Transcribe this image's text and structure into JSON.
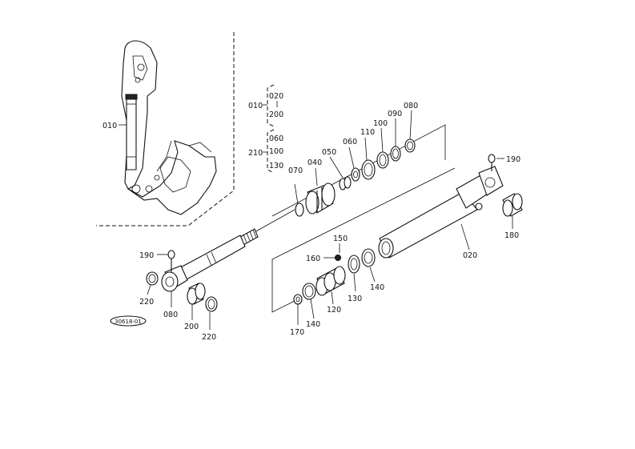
{
  "labels": {
    "p010_machine": "010",
    "p010_group": "010",
    "p020_group": "020",
    "p200_group": "200",
    "p210_group": "210",
    "p060_group": "060",
    "p100_group": "100",
    "p130_group": "130",
    "p070": "070",
    "p040": "040",
    "p050": "050",
    "p060": "060",
    "p110": "110",
    "p100": "100",
    "p090": "090",
    "p080_ring": "080",
    "p190_right": "190",
    "p180": "180",
    "p020_tube": "020",
    "p150": "150",
    "p160": "160",
    "p140_upper": "140",
    "p130": "130",
    "p120": "120",
    "p140_lower": "140",
    "p170": "170",
    "p190_left": "190",
    "p220_left": "220",
    "p080_eye": "080",
    "p200_bush": "200",
    "p220_right": "220"
  },
  "stamp": "30618-01"
}
